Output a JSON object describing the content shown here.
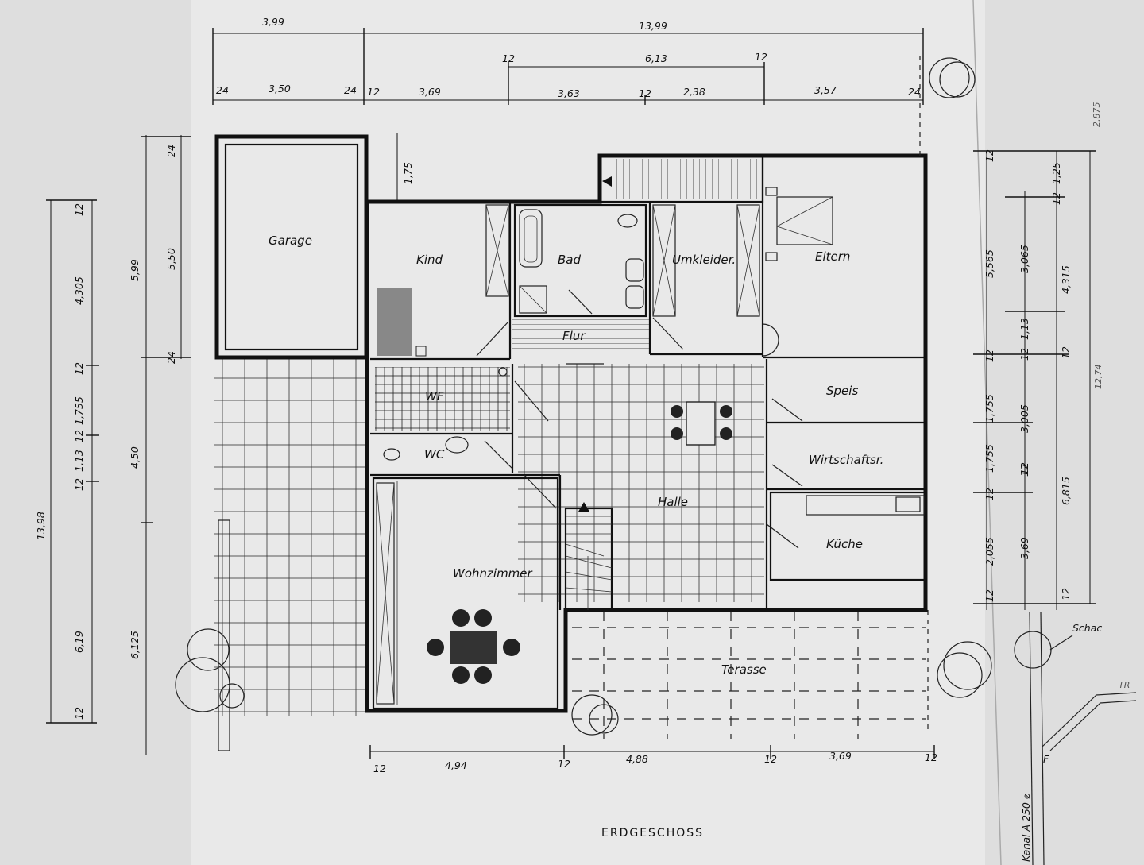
{
  "title": "ERDGESCHOSS",
  "rooms": {
    "garage": "Garage",
    "kind": "Kind",
    "bad": "Bad",
    "umkleider": "Umkleider.",
    "eltern": "Eltern",
    "flur": "Flur",
    "wf": "WF",
    "wc": "WC",
    "speis": "Speis",
    "wirtschaftsr": "Wirtschaftsr.",
    "halle": "Halle",
    "kueche": "Küche",
    "wohnzimmer": "Wohnzimmer",
    "terasse": "Terasse"
  },
  "annotations": {
    "kanal": "Kanal A 250 ⌀",
    "schacht": "Schac",
    "tr": "TR",
    "f": "F"
  },
  "dims_top": {
    "overall_left": "3,99",
    "overall": "13,99",
    "mid_12a": "12",
    "mid_613": "6,13",
    "mid_12b": "12",
    "d24a": "24",
    "d350": "3,50",
    "d24b": "24",
    "d12a": "12",
    "d369": "3,69",
    "d363": "3,63",
    "d12b": "12",
    "d238": "2,38",
    "d357": "3,57",
    "d24c": "24",
    "d175": "1,75"
  },
  "dims_bottom": {
    "d12a": "12",
    "d494": "4,94",
    "d12b": "12",
    "d488": "4,88",
    "d12c": "12",
    "d369": "3,69",
    "d12d": "12"
  },
  "dims_left": {
    "d1398": "13,98",
    "d12a": "12",
    "d4305": "4,305",
    "d12b": "12",
    "d1755": "1,755",
    "d12c": "12",
    "d113": "1,13",
    "d12d": "12",
    "d619": "6,19",
    "d12e": "12",
    "d599": "5,99",
    "d450": "4,50",
    "d6125": "6,125",
    "d24a": "24",
    "d550": "5,50",
    "d24b": "24"
  },
  "dims_right": {
    "d12a": "12",
    "d5565": "5,565",
    "d12b": "12",
    "d1755a": "1,755",
    "d12c": "12",
    "d2055": "2,055",
    "d125": "1,25",
    "d12d": "12",
    "d3065": "3,065",
    "d113": "1,13",
    "d12e": "12",
    "d1755b": "1,755",
    "d12f": "12",
    "d369": "3,69",
    "d12g": "12",
    "d2875": "2,875",
    "d4315": "4,315",
    "d12h": "12",
    "d3005": "3,005",
    "d12i": "12",
    "d6815": "6,815",
    "d12j": "12",
    "d1274": "12,74"
  }
}
